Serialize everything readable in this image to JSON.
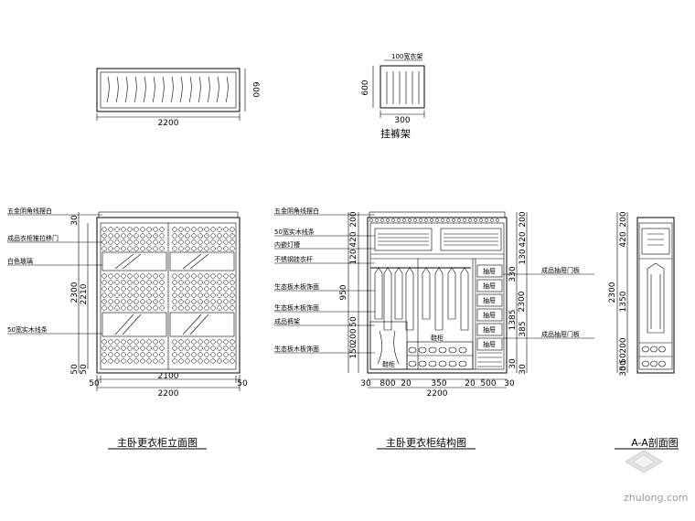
{
  "top_plan": {
    "width_dim": "2200",
    "depth_dim": "600"
  },
  "rack": {
    "top_note": "100宽衣架",
    "height_dim": "600",
    "width_dim": "300",
    "label": "挂裤架"
  },
  "elevation": {
    "title": "主卧更衣柜立面图",
    "notes": [
      "五金阴角线摆白",
      "成品衣柜推拉移门",
      "白色玻璃",
      "50宽实木线条"
    ],
    "overall_height": "2300",
    "inner_height": "2210",
    "left_dims": [
      "30",
      "50",
      "50"
    ],
    "bottom_dims": {
      "side_left": "50",
      "middle": "2100",
      "side_right": "50",
      "overall": "2200"
    }
  },
  "structure": {
    "title": "主卧更衣柜结构图",
    "notes": [
      "五金阴角线摆白",
      "50宽实木线条",
      "内嵌灯槽",
      "不锈钢挂衣杆",
      "生态板木板饰面",
      "生态板木板饰面",
      "成品裤架",
      "生态板木板饰面"
    ],
    "left_dims": [
      "200",
      "420",
      "120",
      "950",
      "50",
      "200",
      "150"
    ],
    "right_dims": [
      "200",
      "420",
      "130",
      "330",
      "1385",
      "385",
      "30",
      "30"
    ],
    "right_notes": [
      "成品抽屉门板",
      "成品抽屉门板"
    ],
    "drawer_labels": [
      "抽屉",
      "抽屉",
      "抽屉",
      "抽屉",
      "抽屉",
      "抽屉"
    ],
    "inner_labels": [
      "鞋柜",
      "鞋柜"
    ],
    "bottom_dims": [
      "30",
      "800",
      "20",
      "350",
      "20",
      "500",
      "30"
    ],
    "overall_width": "2200",
    "overall_height": "2300"
  },
  "section": {
    "title": "A-A剖面图",
    "left_dims": [
      "200",
      "420",
      "1350",
      "200",
      "50",
      "50",
      "30"
    ],
    "overall_height": "2300"
  },
  "watermark": "zhulong.com"
}
